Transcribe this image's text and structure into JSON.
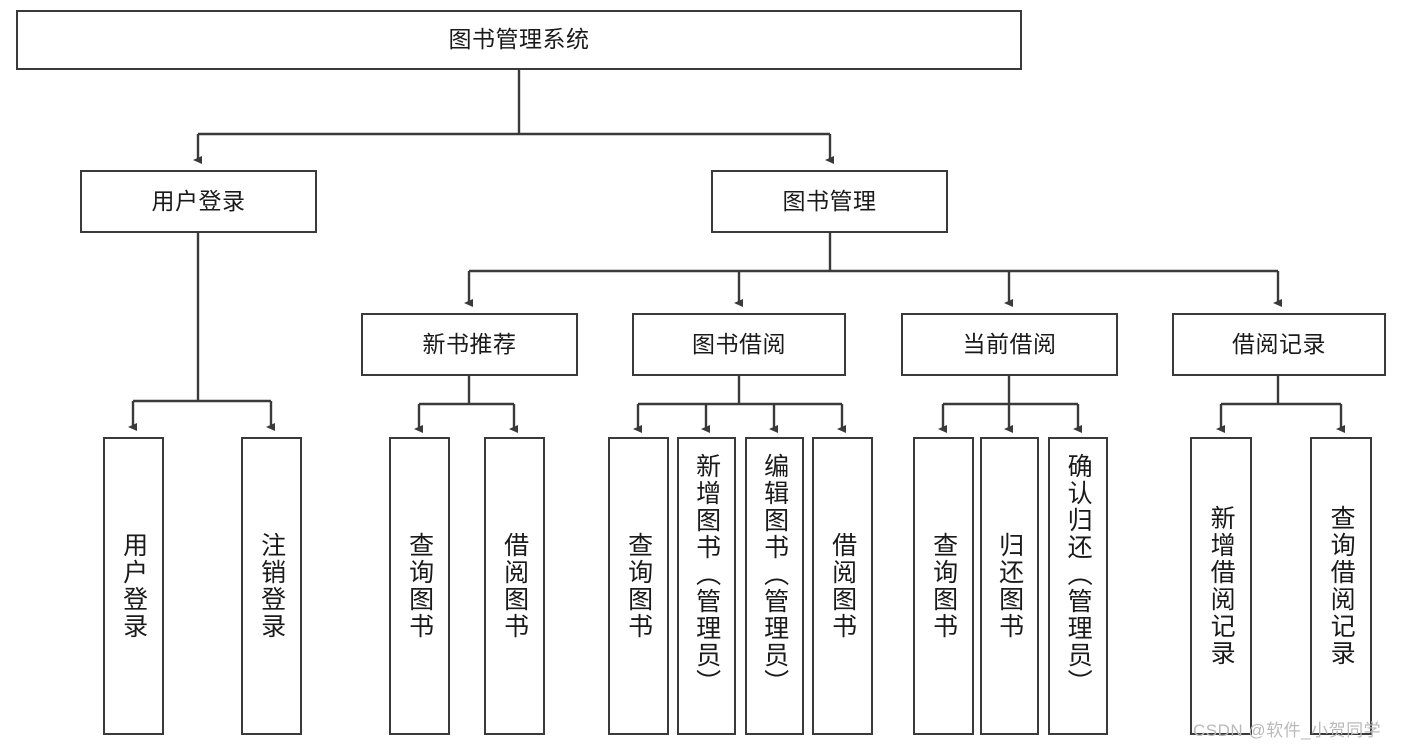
{
  "diagram": {
    "title": "图书管理系统",
    "type": "tree",
    "root": {
      "label": "图书管理系统"
    },
    "level2": [
      {
        "label": "用户登录"
      },
      {
        "label": "图书管理"
      }
    ],
    "level3": [
      {
        "label": "新书推荐"
      },
      {
        "label": "图书借阅"
      },
      {
        "label": "当前借阅"
      },
      {
        "label": "借阅记录"
      }
    ],
    "leaves": {
      "user_login": [
        {
          "label": "用户登录"
        },
        {
          "label": "注销登录"
        }
      ],
      "new_book": [
        {
          "label": "查询图书"
        },
        {
          "label": "借阅图书"
        }
      ],
      "book_borrow": [
        {
          "label": "查询图书"
        },
        {
          "label": "新增图书（管理员）"
        },
        {
          "label": "编辑图书（管理员）"
        },
        {
          "label": "借阅图书"
        }
      ],
      "current_borrow": [
        {
          "label": "查询图书"
        },
        {
          "label": "归还图书"
        },
        {
          "label": "确认归还（管理员）"
        }
      ],
      "borrow_record": [
        {
          "label": "新增借阅记录"
        },
        {
          "label": "查询借阅记录"
        }
      ]
    }
  },
  "watermark": {
    "text": "CSDN @软件_小贺同学"
  },
  "colors": {
    "border": "#3a3a3a",
    "background": "#ffffff",
    "text": "#1a1a1a",
    "watermark": "#b9b9b9"
  }
}
